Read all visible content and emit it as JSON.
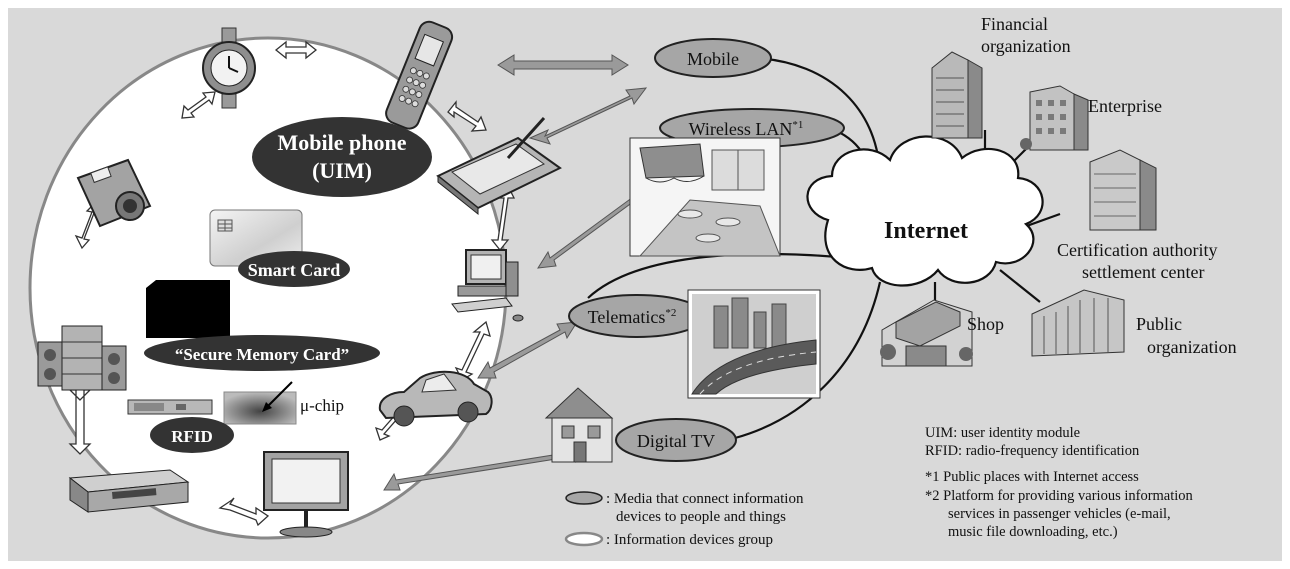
{
  "devices_group": {
    "mobile_phone_line1": "Mobile phone",
    "mobile_phone_line2": "(UIM)",
    "smart_card": "Smart Card",
    "secure_memory_card": "“Secure Memory Card”",
    "rfid": "RFID",
    "mu_chip": "μ-chip"
  },
  "media": {
    "mobile": "Mobile",
    "wireless_lan": "Wireless LAN",
    "wireless_lan_note": "*1",
    "telematics": "Telematics",
    "telematics_note": "*2",
    "digital_tv": "Digital TV"
  },
  "network": {
    "internet": "Internet",
    "financial_line1": "Financial",
    "financial_line2": "organization",
    "enterprise": "Enterprise",
    "certification_line1": "Certification authority",
    "certification_line2": "settlement center",
    "shop": "Shop",
    "public_line1": "Public",
    "public_line2": "organization"
  },
  "legend": {
    "media_line1": ": Media that connect information",
    "media_line2": "devices to people and things",
    "devices_group": ": Information devices group"
  },
  "notes": {
    "uim": "UIM: user identity module",
    "rfid": "RFID: radio-frequency identification",
    "note1": "*1  Public places with Internet access",
    "note2_line1": "*2  Platform for providing various information",
    "note2_line2": "services in passenger vehicles (e-mail,",
    "note2_line3": "music file downloading, etc.)"
  },
  "colors": {
    "background": "#d9d9d9",
    "ellipse_fill": "#ffffff",
    "dark_label": "#333333",
    "media_fill": "#a6a6a6",
    "arrow_gray": "#9a9a9a"
  }
}
